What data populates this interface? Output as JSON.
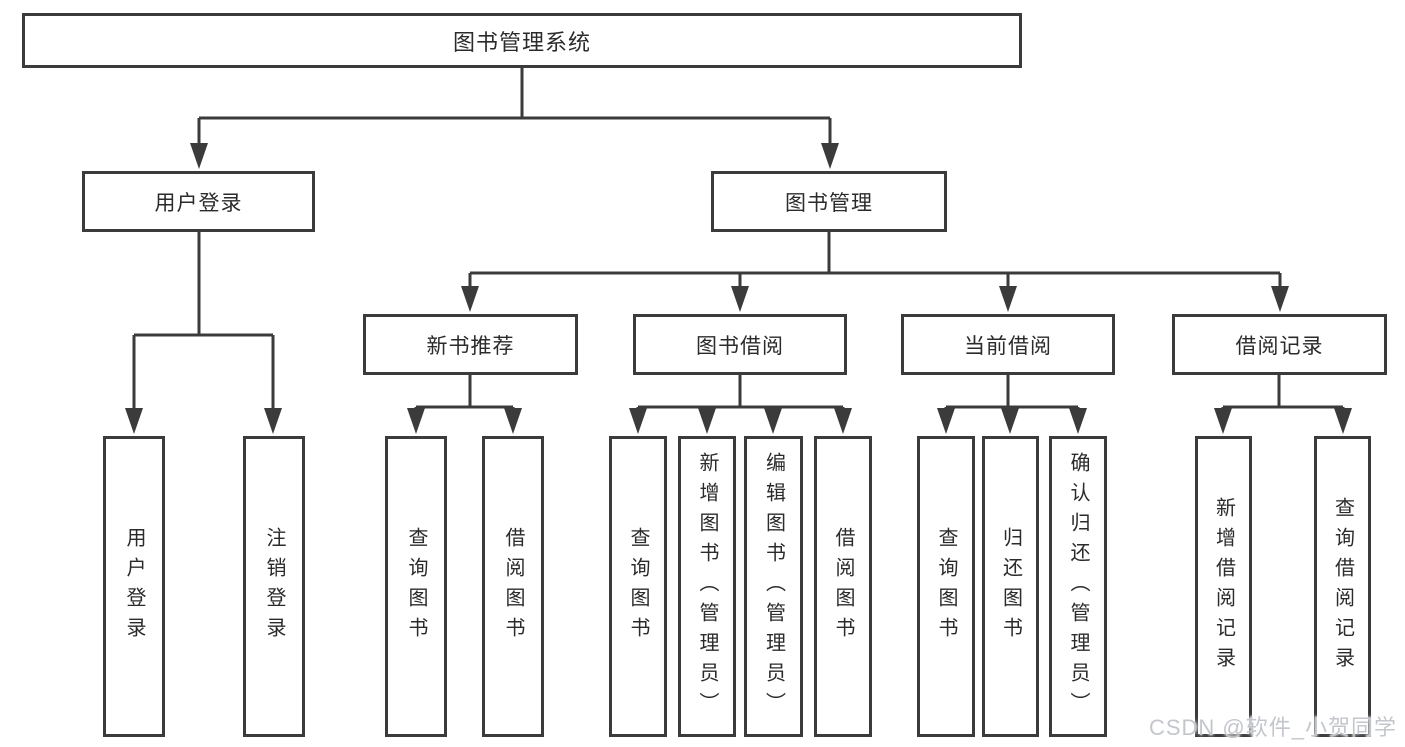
{
  "diagram": {
    "root": {
      "label": "图书管理系统"
    },
    "level2": [
      {
        "label": "用户登录"
      },
      {
        "label": "图书管理"
      }
    ],
    "level3": [
      {
        "label": "新书推荐"
      },
      {
        "label": "图书借阅"
      },
      {
        "label": "当前借阅"
      },
      {
        "label": "借阅记录"
      }
    ],
    "leaves": [
      {
        "label": "用户登录",
        "parent": "用户登录"
      },
      {
        "label": "注销登录",
        "parent": "用户登录"
      },
      {
        "label": "查询图书",
        "parent": "新书推荐"
      },
      {
        "label": "借阅图书",
        "parent": "新书推荐"
      },
      {
        "label": "查询图书",
        "parent": "图书借阅"
      },
      {
        "label": "新增图书（管理员）",
        "parent": "图书借阅"
      },
      {
        "label": "编辑图书（管理员）",
        "parent": "图书借阅"
      },
      {
        "label": "借阅图书",
        "parent": "图书借阅"
      },
      {
        "label": "查询图书",
        "parent": "当前借阅"
      },
      {
        "label": "归还图书",
        "parent": "当前借阅"
      },
      {
        "label": "确认归还（管理员）",
        "parent": "当前借阅"
      },
      {
        "label": "新增借阅记录",
        "parent": "借阅记录"
      },
      {
        "label": "查询借阅记录",
        "parent": "借阅记录"
      }
    ],
    "colors": {
      "line": "#3b3b3b",
      "text": "#2b2b2b",
      "background": "#ffffff",
      "watermark": "#c3c6cb"
    },
    "watermark": "CSDN @软件_小贺同学"
  }
}
